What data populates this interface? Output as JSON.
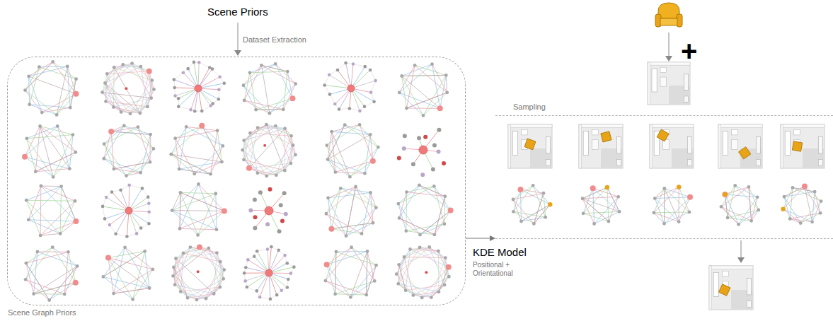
{
  "diagram": {
    "title": "Scene Priors",
    "nodes": [
      {
        "text": [
          "Scene Graph Priors"
        ]
      },
      {
        "text": [
          "Sampling"
        ]
      }
    ],
    "edges": [
      {
        "from": 0,
        "to": 1,
        "arrow": "to"
      }
    ],
    "labels": [
      "Dataset Extraction",
      "+",
      "KDE Model",
      "Positional + Orientational"
    ]
  }
}
